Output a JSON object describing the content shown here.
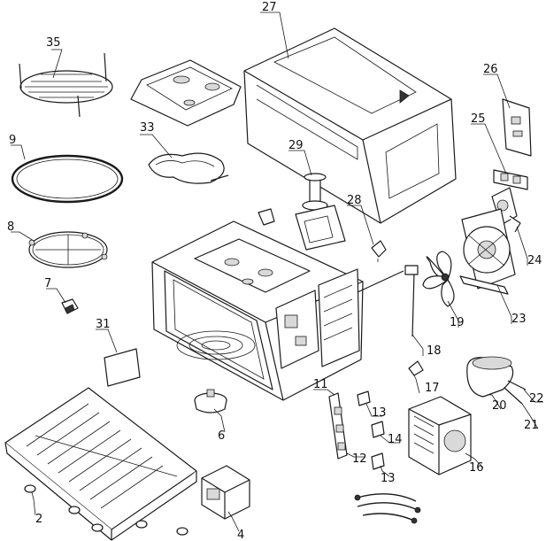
{
  "callouts": [
    {
      "id": "p35",
      "label": "35"
    },
    {
      "id": "p33",
      "label": "33"
    },
    {
      "id": "p27",
      "label": "27"
    },
    {
      "id": "p26",
      "label": "26"
    },
    {
      "id": "p25",
      "label": "25"
    },
    {
      "id": "p9",
      "label": "9"
    },
    {
      "id": "p29",
      "label": "29"
    },
    {
      "id": "p28",
      "label": "28"
    },
    {
      "id": "p24",
      "label": "24"
    },
    {
      "id": "p8",
      "label": "8"
    },
    {
      "id": "p23",
      "label": "23"
    },
    {
      "id": "p19",
      "label": "19"
    },
    {
      "id": "p7",
      "label": "7"
    },
    {
      "id": "p18",
      "label": "18"
    },
    {
      "id": "p31",
      "label": "31"
    },
    {
      "id": "p17",
      "label": "17"
    },
    {
      "id": "p22",
      "label": "22"
    },
    {
      "id": "p11",
      "label": "11"
    },
    {
      "id": "p20",
      "label": "20"
    },
    {
      "id": "p21",
      "label": "21"
    },
    {
      "id": "p13a",
      "label": "13"
    },
    {
      "id": "p6",
      "label": "6"
    },
    {
      "id": "p14",
      "label": "14"
    },
    {
      "id": "p12",
      "label": "12"
    },
    {
      "id": "p16",
      "label": "16"
    },
    {
      "id": "p13b",
      "label": "13"
    },
    {
      "id": "p2",
      "label": "2"
    },
    {
      "id": "p4",
      "label": "4"
    }
  ]
}
